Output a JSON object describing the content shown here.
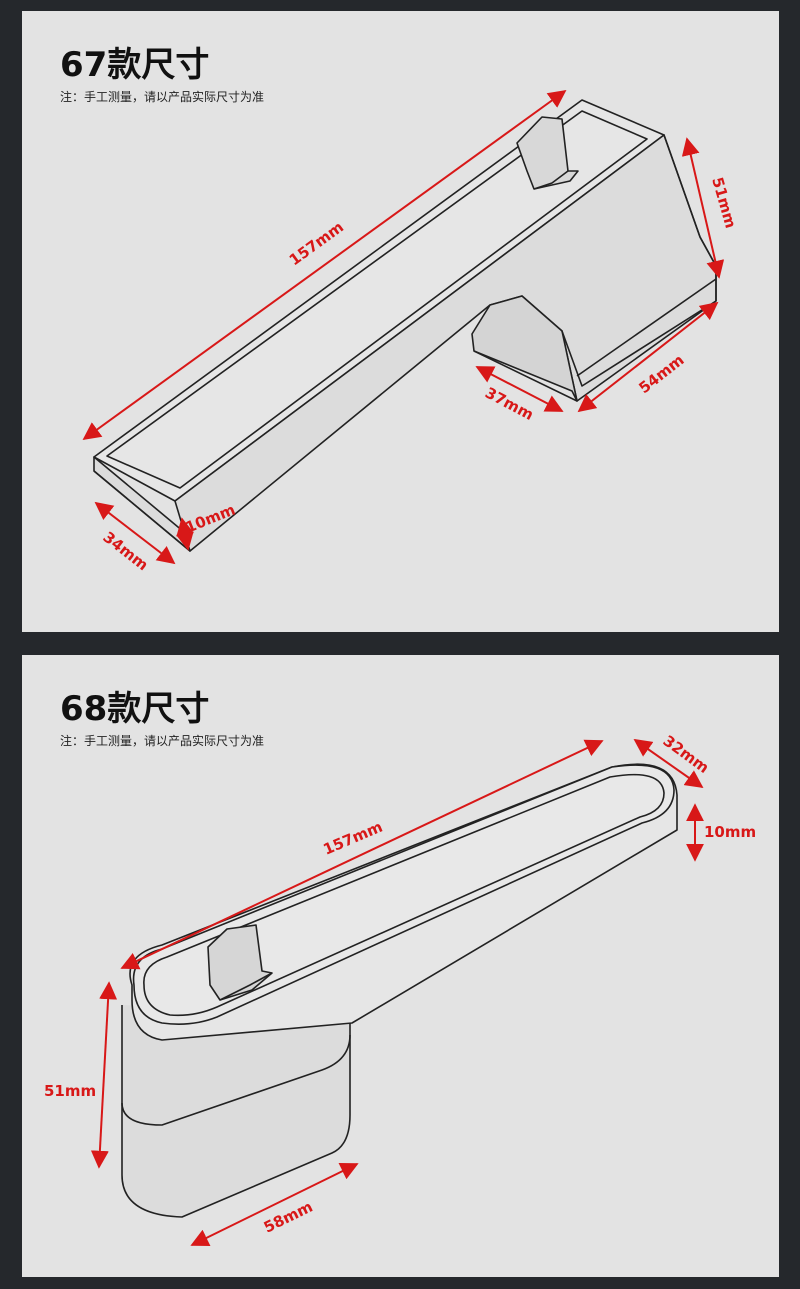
{
  "panels": [
    {
      "title": "67款尺寸",
      "note": "注：手工测量，请以产品实际尺寸为准",
      "dimensions": {
        "length": "157mm",
        "height": "51mm",
        "base_depth": "54mm",
        "neck_width": "37mm",
        "grip_width": "34mm",
        "thickness": "10mm"
      }
    },
    {
      "title": "68款尺寸",
      "note": "注：手工测量，请以产品实际尺寸为准",
      "dimensions": {
        "length": "157mm",
        "grip_width": "32mm",
        "thickness": "10mm",
        "height": "51mm",
        "base_depth": "58mm"
      }
    }
  ],
  "colors": {
    "background": "#25282c",
    "panel": "#e3e3e3",
    "outline": "#222222",
    "dimension": "#d81818"
  }
}
